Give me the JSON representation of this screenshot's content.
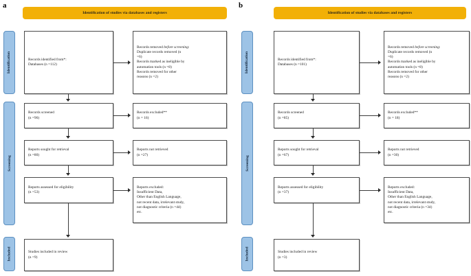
{
  "figure": {
    "type": "prisma-flow-diagram",
    "panels": [
      {
        "letter": "a",
        "banner": "Identification of studies via databases and registers",
        "stages": [
          {
            "name": "identification",
            "label": "Identification"
          },
          {
            "name": "screening",
            "label": "Screening"
          },
          {
            "name": "included",
            "label": "Included"
          }
        ],
        "boxes": {
          "records_identified": "Records identified from*:\n    Databases (n =112)",
          "records_removed": "Records removed before screening:\n    Duplicate records removed (n\n    =6)\n    Records marked as ineligible by\n    automation tools (n =8)\n    Records removed for other\n    reasons (n =2)",
          "records_screened": "Records screened\n(n =96)",
          "records_excluded": "Records excluded**\n(n = 16)",
          "reports_sought": "Reports sought for retrieval\n(n =80)",
          "reports_not_retrieved": "Reports not retrieved\n(n =27)",
          "reports_assessed": "Reports assessed for eligibility\n(n =53)",
          "reports_excluded": "Reports excluded:\n     Insufficient Data,\n    Other than English Language,\n    not recent data, irrelevant study,\n    not diagnostic criteria (n =44)\n    etc.",
          "studies_included": "Studies included in review\n(n =9)"
        }
      },
      {
        "letter": "b",
        "banner": "Identification of studies via databases and registers",
        "stages": [
          {
            "name": "identification",
            "label": "Identification"
          },
          {
            "name": "screening",
            "label": "Screening"
          },
          {
            "name": "included",
            "label": "Included"
          }
        ],
        "boxes": {
          "records_identified": "Records identified from*:\n    Databases (n =101)",
          "records_removed": "Records removed before screening:\n    Duplicate records removed (n\n    =6)\n    Records marked as ineligible by\n    automation tools (n =8)\n    Records removed for other\n    reasons (n =2)",
          "records_screened": "Records screened\n(n =85)",
          "records_excluded": "Records excluded**\n(n = 18)",
          "reports_sought": "Reports sought for retrieval\n(n =67)",
          "reports_not_retrieved": "Reports not retrieved\n(n =30)",
          "reports_assessed": "Reports assessed for eligibility\n(n =37)",
          "reports_excluded": "Reports excluded:\n     Insufficient Data,\n    Other than English Language,\n    not recent data, irrelevant study,\n    not diagnostic criteria (n =34)\n    etc.",
          "studies_included": "Studies included in review\n(n =3)"
        }
      }
    ],
    "colors": {
      "banner": "#f2b007",
      "stage_bar": "#9dc3e6",
      "stage_bar_border": "#5b8fc0",
      "box_border": "#4a4a4a",
      "connector": "#3a3a3a",
      "background": "#ffffff"
    }
  },
  "chart_data": {
    "type": "table",
    "title": "PRISMA 2020 flow diagram (two reviews: a and b)",
    "columns": [
      "stage",
      "panel_a_n",
      "panel_b_n"
    ],
    "rows": [
      [
        "Records identified from databases",
        112,
        101
      ],
      [
        "Duplicate records removed",
        6,
        6
      ],
      [
        "Records marked ineligible by automation tools",
        8,
        8
      ],
      [
        "Records removed for other reasons",
        2,
        2
      ],
      [
        "Records screened",
        96,
        85
      ],
      [
        "Records excluded",
        16,
        18
      ],
      [
        "Reports sought for retrieval",
        80,
        67
      ],
      [
        "Reports not retrieved",
        27,
        30
      ],
      [
        "Reports assessed for eligibility",
        53,
        37
      ],
      [
        "Reports excluded",
        44,
        34
      ],
      [
        "Studies included in review",
        9,
        3
      ]
    ]
  }
}
